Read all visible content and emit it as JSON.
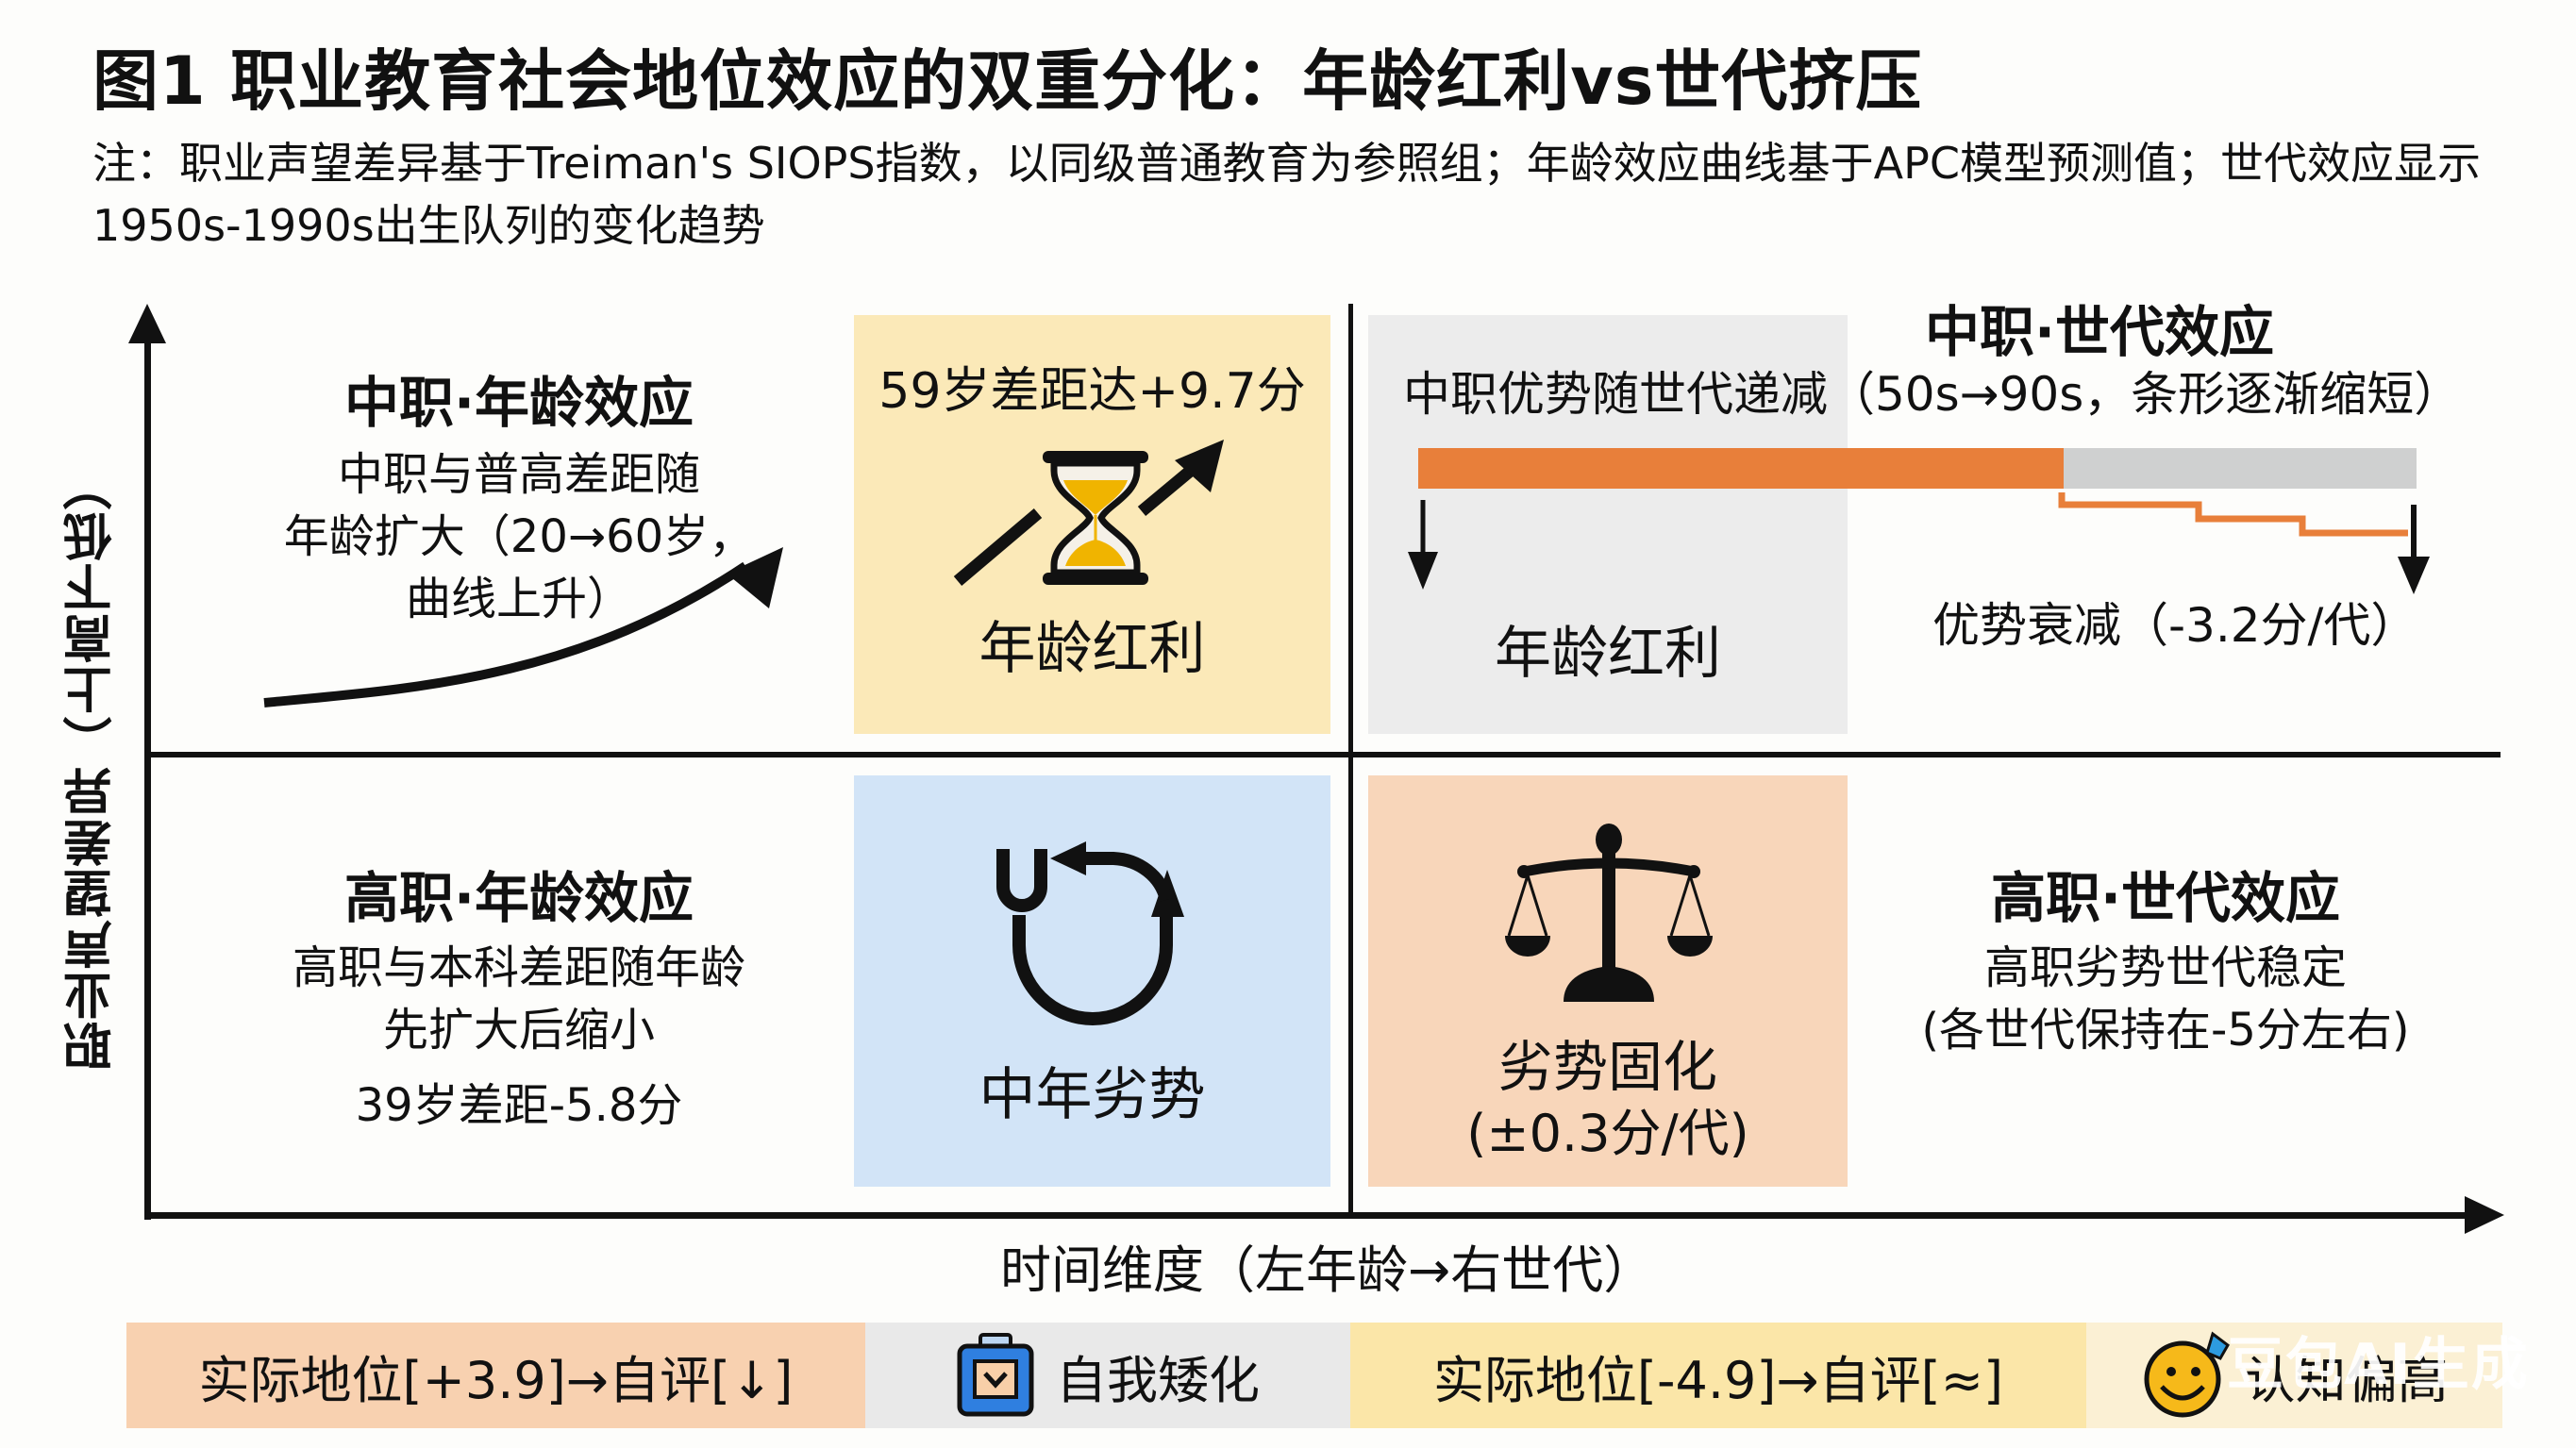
{
  "header": {
    "title": "图1 职业教育社会地位效应的双重分化：年龄红利vs世代挤压",
    "note": "注：职业声望差异基于Treiman's SIOPS指数，以同级普通教育为参照组；年龄效应曲线基于APC模型预测值；世代效应显示1950s-1990s出生队列的变化趋势"
  },
  "axes": {
    "y_label": "职业声望差异（上高下低）",
    "x_label": "时间维度（左年龄→右世代）"
  },
  "quadrants": {
    "top_left": {
      "heading": "中职·年龄效应",
      "lines": [
        "中职与普高差距随",
        "年龄扩大（20→60岁，",
        "曲线上升）"
      ],
      "icon": "rising-curve-arrow-icon"
    },
    "top_center_card": {
      "value_text": "59岁差距达+9.7分",
      "label": "年龄红利",
      "icon": "hourglass-rising-icon",
      "color": "#fbe9b8"
    },
    "top_right": {
      "heading": "中职·世代效应",
      "subtitle": "中职优势随世代递减（50s→90s，条形逐渐缩短）",
      "card_label": "年龄红利",
      "decline_label": "优势衰减（-3.2分/代）",
      "bar_colors": {
        "filled": "#e87f3a",
        "empty": "#cfd0d0"
      }
    },
    "bottom_left": {
      "heading": "高职·年龄效应",
      "lines": [
        "高职与本科差距随年龄",
        "先扩大后缩小"
      ],
      "value_text": "39岁差距-5.8分"
    },
    "bottom_center_card": {
      "label": "中年劣势",
      "icon": "u-curve-cycle-icon",
      "color": "#d2e4f7"
    },
    "bottom_right_card": {
      "label": "劣势固化",
      "value_text": "(±0.3分/代)",
      "icon": "balance-scale-icon",
      "color": "#f8d6ba"
    },
    "bottom_right": {
      "heading": "高职·世代效应",
      "lines": [
        "高职劣势世代稳定",
        "(各世代保持在-5分左右)"
      ]
    }
  },
  "legend": {
    "items": [
      {
        "label": "实际地位[+3.9]→自评[↓]",
        "color": "#f8d1b0"
      },
      {
        "label": "自我矮化",
        "icon": "clipboard-check-icon",
        "color": "#e9e9e9"
      },
      {
        "label": "实际地位[-4.9]→自评[≈]",
        "color": "#fbe6a8"
      },
      {
        "label": "认知偏高",
        "icon": "smiley-sweat-icon",
        "color": "#fbf0d4"
      }
    ]
  },
  "watermark": "豆包AI生成"
}
